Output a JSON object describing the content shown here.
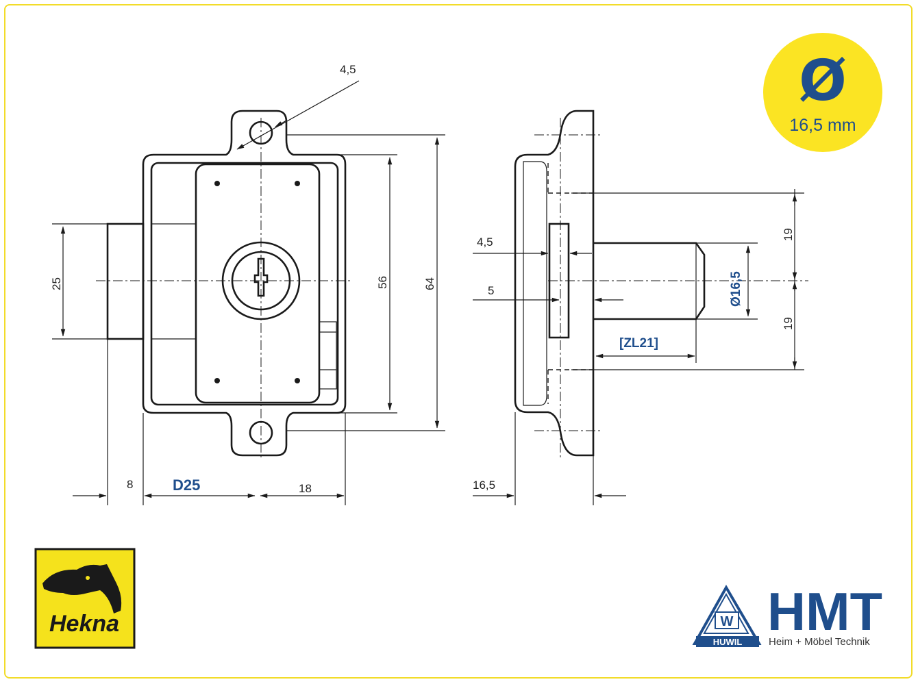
{
  "badge": {
    "symbol": "Ø",
    "value": "16,5 mm",
    "color": "#fbe423",
    "symbol_color": "#1f4e8c"
  },
  "front_view": {
    "dims": {
      "hole": "4,5",
      "height_inner": "56",
      "height_outer": "64",
      "bolt_height": "25",
      "offset_left": "8",
      "backset": "D25",
      "offset_right": "18"
    }
  },
  "side_view": {
    "dims": {
      "plate_thickness": "4,5",
      "key_offset": "5",
      "upper": "19",
      "lower": "19",
      "cylinder_diameter": "Ø16,5",
      "projection": "[ZL21]",
      "depth": "16,5"
    }
  },
  "logos": {
    "hekna": {
      "text": "Hekna",
      "bg": "#f5e21c"
    },
    "hmt": {
      "brand": "HMT",
      "sub": "HUWIL",
      "tagline": "Heim + Möbel Technik",
      "color": "#1f4e8c",
      "letter": "W"
    }
  },
  "colors": {
    "frame": "#f2dc2a",
    "line": "#1a1a1a",
    "accent": "#1f4e8c"
  }
}
